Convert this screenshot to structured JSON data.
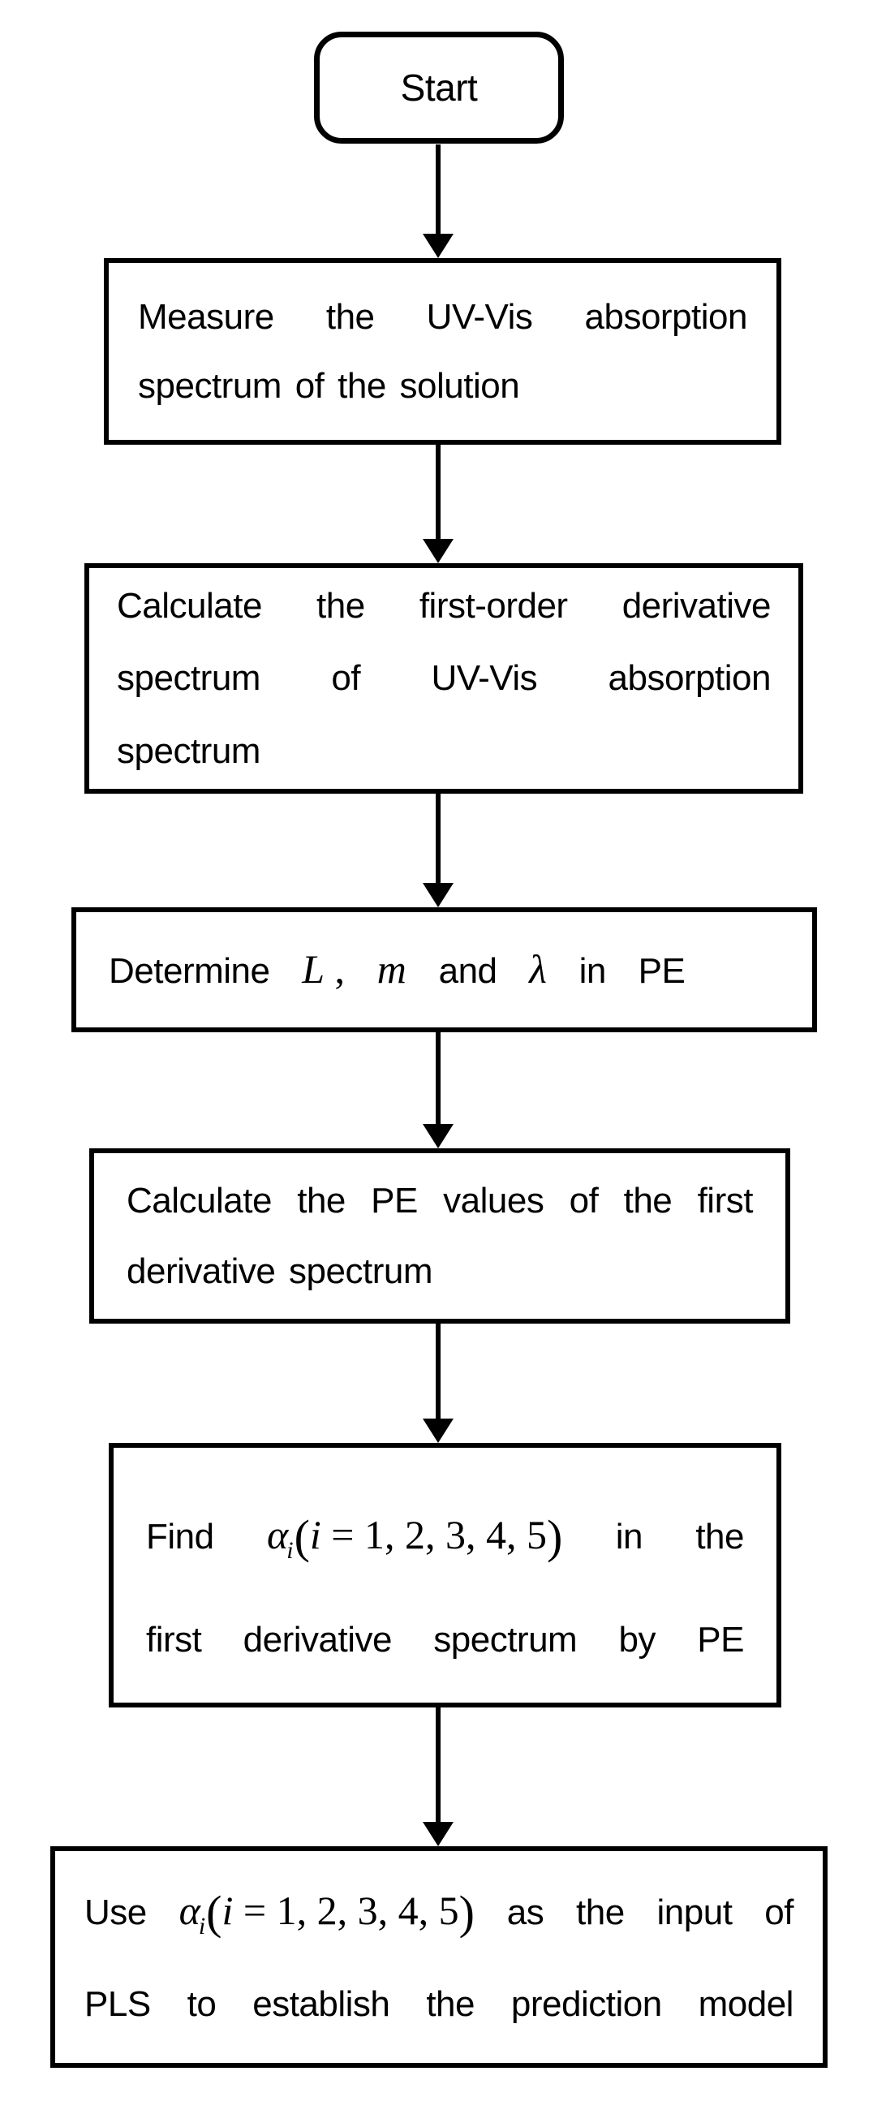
{
  "flowchart": {
    "start_label": "Start",
    "steps": [
      {
        "name": "measure-spectrum",
        "lines": [
          {
            "stretch": true,
            "chunks": [
              {
                "t": "Measure"
              },
              {
                "t": "the"
              },
              {
                "t": "UV-Vis"
              },
              {
                "t": "absorption"
              }
            ]
          },
          {
            "stretch": false,
            "chunks": [
              {
                "t": "spectrum"
              },
              {
                "t": "of"
              },
              {
                "t": "the"
              },
              {
                "t": "solution"
              }
            ]
          }
        ]
      },
      {
        "name": "first-order-derivative",
        "lines": [
          {
            "stretch": true,
            "chunks": [
              {
                "t": "Calculate"
              },
              {
                "t": "the"
              },
              {
                "t": "first-order"
              },
              {
                "t": "derivative"
              }
            ]
          },
          {
            "stretch": true,
            "chunks": [
              {
                "t": "spectrum"
              },
              {
                "t": "of"
              },
              {
                "t": "UV-Vis"
              },
              {
                "t": "absorption"
              }
            ]
          },
          {
            "stretch": false,
            "chunks": [
              {
                "t": "spectrum"
              }
            ]
          }
        ]
      },
      {
        "name": "determine-parameters",
        "lines": [
          {
            "stretch": false,
            "chunks": [
              {
                "t": "Determine"
              },
              {
                "math": [
                  {
                    "t": "L",
                    "s": "it"
                  },
                  {
                    "t": " ,",
                    "s": "up"
                  }
                ]
              },
              {
                "math": [
                  {
                    "t": "m",
                    "s": "it"
                  }
                ]
              },
              {
                "t": "and"
              },
              {
                "math": [
                  {
                    "t": "λ",
                    "s": "it"
                  }
                ]
              },
              {
                "t": "in"
              },
              {
                "t": "PE"
              }
            ]
          }
        ]
      },
      {
        "name": "pe-values",
        "lines": [
          {
            "stretch": true,
            "chunks": [
              {
                "t": "Calculate"
              },
              {
                "t": "the"
              },
              {
                "t": "PE"
              },
              {
                "t": "values"
              },
              {
                "t": "of"
              },
              {
                "t": "the"
              },
              {
                "t": "first"
              }
            ]
          },
          {
            "stretch": false,
            "chunks": [
              {
                "t": "derivative"
              },
              {
                "t": "spectrum"
              }
            ]
          }
        ]
      },
      {
        "name": "find-alpha",
        "lines": [
          {
            "stretch": true,
            "chunks": [
              {
                "t": "Find"
              },
              {
                "math": [
                  {
                    "t": "α",
                    "s": "it"
                  },
                  {
                    "t": "i",
                    "s": "sub"
                  },
                  {
                    "t": "(",
                    "s": "par"
                  },
                  {
                    "t": "i",
                    "s": "it"
                  },
                  {
                    "t": " = 1, 2, 3, 4, 5",
                    "s": "up"
                  },
                  {
                    "t": ")",
                    "s": "par"
                  }
                ]
              },
              {
                "t": "in"
              },
              {
                "t": "the"
              }
            ]
          },
          {
            "stretch": true,
            "chunks": [
              {
                "t": "first"
              },
              {
                "t": "derivative"
              },
              {
                "t": "spectrum"
              },
              {
                "t": "by"
              },
              {
                "t": "PE"
              }
            ]
          }
        ]
      },
      {
        "name": "pls-model",
        "lines": [
          {
            "stretch": true,
            "chunks": [
              {
                "t": "Use"
              },
              {
                "math": [
                  {
                    "t": "α",
                    "s": "it"
                  },
                  {
                    "t": "i",
                    "s": "sub"
                  },
                  {
                    "t": "(",
                    "s": "par"
                  },
                  {
                    "t": "i",
                    "s": "it"
                  },
                  {
                    "t": " = 1, 2, 3, 4, 5",
                    "s": "up"
                  },
                  {
                    "t": ")",
                    "s": "par"
                  }
                ]
              },
              {
                "t": "as"
              },
              {
                "t": "the"
              },
              {
                "t": "input"
              },
              {
                "t": "of"
              }
            ]
          },
          {
            "stretch": true,
            "chunks": [
              {
                "t": "PLS"
              },
              {
                "t": "to"
              },
              {
                "t": "establish"
              },
              {
                "t": "the"
              },
              {
                "t": "prediction"
              },
              {
                "t": "model"
              }
            ]
          }
        ]
      }
    ]
  }
}
